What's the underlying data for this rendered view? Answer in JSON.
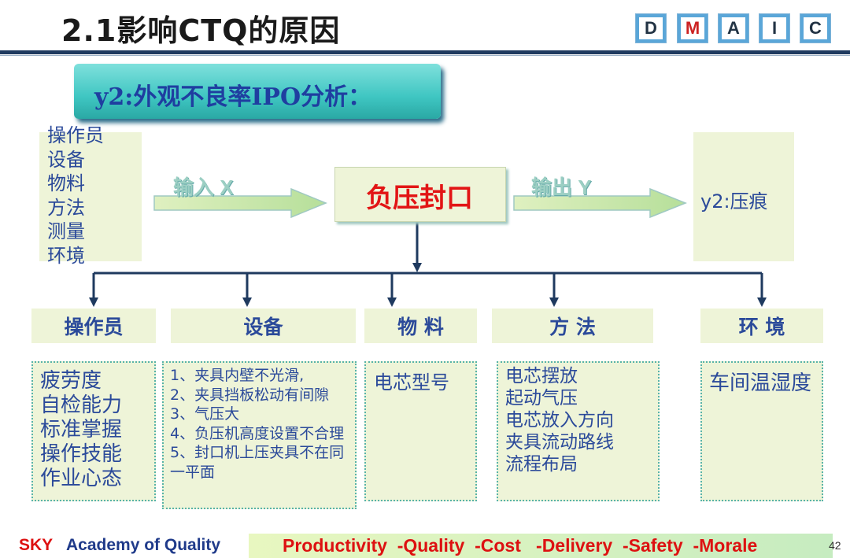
{
  "header": {
    "title": "2.1影响CTQ的原因",
    "dmaic": [
      "D",
      "M",
      "A",
      "I",
      "C"
    ],
    "active_phase": "M"
  },
  "banner": {
    "text": "y2:外观不良率IPO分析："
  },
  "inputs": {
    "items": [
      "操作员",
      "设备",
      "物料",
      "方法",
      "测量",
      "环境"
    ]
  },
  "input_arrow_label": "输入 X",
  "process": {
    "label": "负压封口"
  },
  "output_arrow_label": "输出 Y",
  "output": {
    "text": "y2:压痕"
  },
  "categories": [
    {
      "title": "操作员",
      "details": [
        "疲劳度",
        "自检能力",
        "标准掌握",
        "操作技能",
        "作业心态"
      ]
    },
    {
      "title": "设备",
      "details": [
        "1、夹具内壁不光滑,",
        "2、夹具挡板松动有间隙",
        "3、气压大",
        "4、负压机高度设置不合理",
        "5、封口机上压夹具不在同一平面"
      ]
    },
    {
      "title": "物 料",
      "details": [
        "电芯型号"
      ]
    },
    {
      "title": "方 法",
      "details": [
        "电芯摆放",
        "起动气压",
        "电芯放入方向",
        "夹具流动路线",
        "流程布局"
      ]
    },
    {
      "title": "环 境",
      "details": [
        "车间温湿度"
      ]
    }
  ],
  "footer": {
    "brand": "SKY",
    "academy": "Academy  of Quality",
    "slogan": "Productivity  -Quality  -Cost   -Delivery  -Safety  -Morale",
    "page": "42"
  },
  "colors": {
    "accent_red": "#e21515",
    "text_blue": "#2b4a9a",
    "rule_navy": "#1f3a5f",
    "teal": "#3fc6c2"
  }
}
